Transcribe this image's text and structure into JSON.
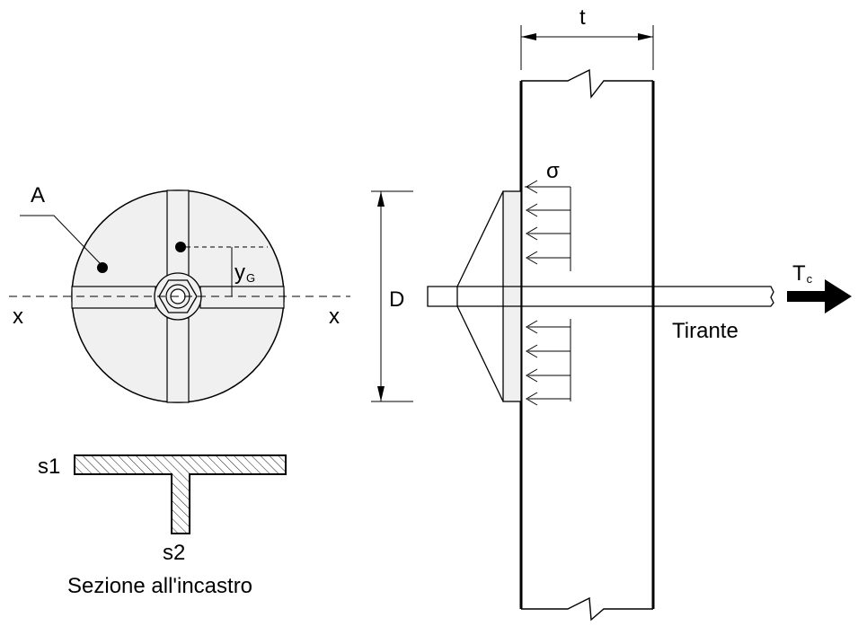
{
  "labels": {
    "t": "t",
    "sigma": "σ",
    "A": "A",
    "y": "y",
    "y_sub": "G",
    "x_left": "x",
    "x_right": "x",
    "D": "D",
    "T": "T",
    "T_sub": "c",
    "tirante": "Tirante",
    "s1": "s1",
    "s2": "s2",
    "caption": "Sezione all'incastro"
  },
  "colors": {
    "ink": "#000000",
    "plate_fill": "#f0f0f0",
    "background": "#ffffff"
  }
}
